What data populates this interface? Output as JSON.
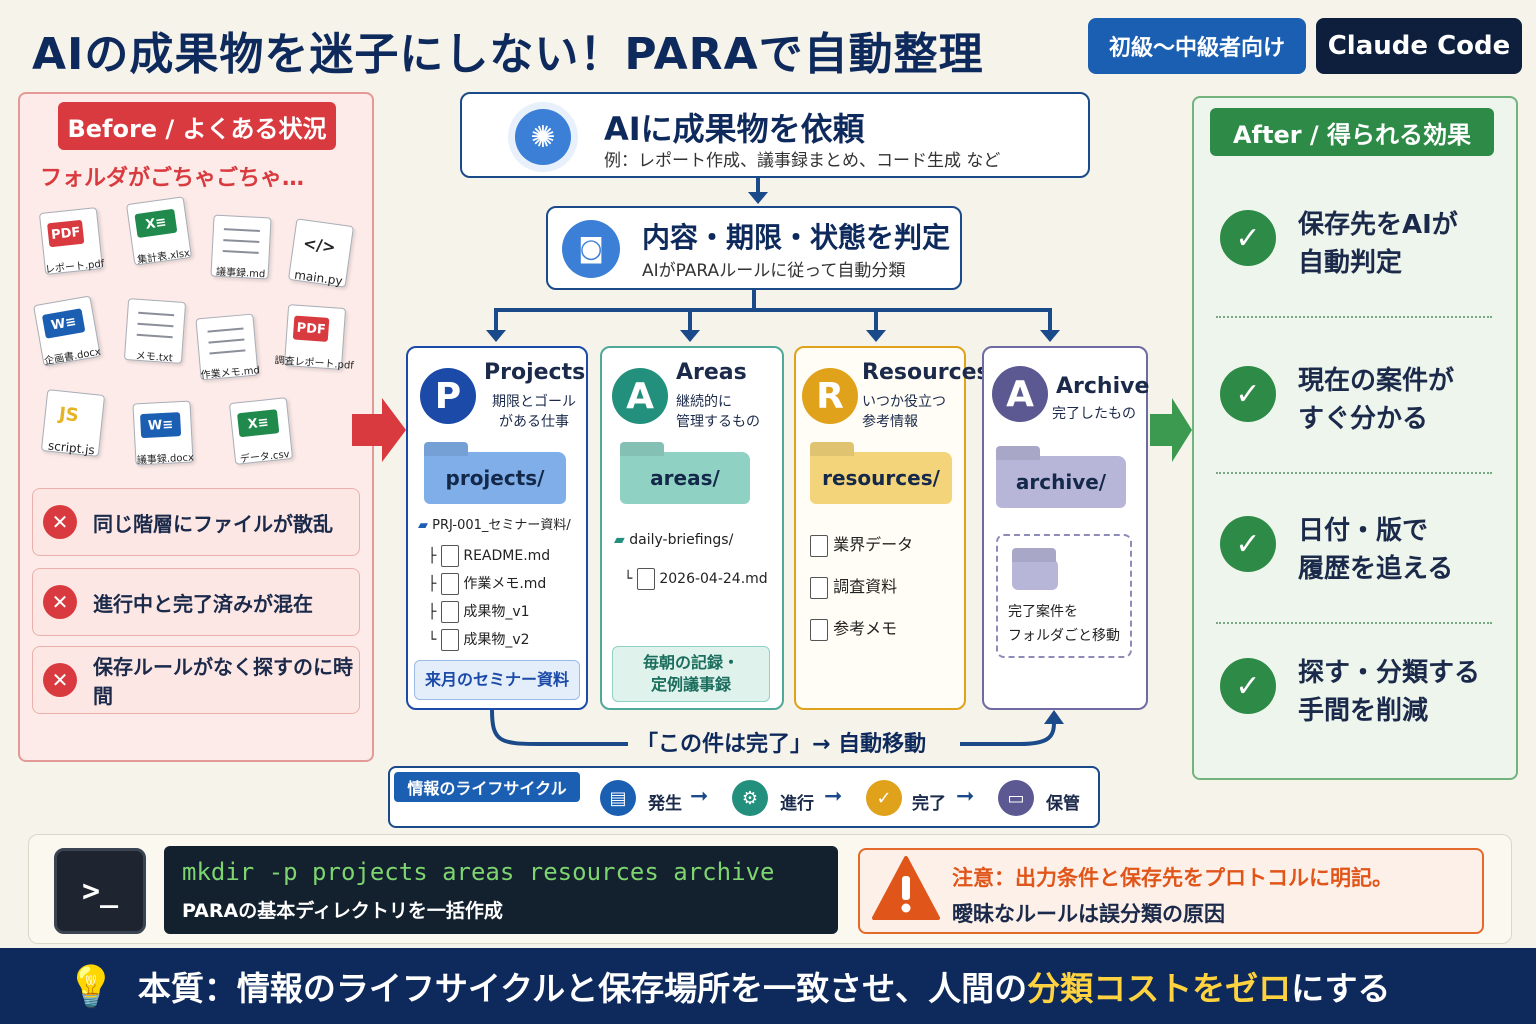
{
  "header": {
    "title": "AIの成果物を迷子にしない！PARAで自動整理",
    "badge_level": "初級〜中級者向け",
    "badge_tool": "Claude Code"
  },
  "before": {
    "heading": "Before / よくある状況",
    "subheading": "フォルダがごちゃごちゃ…",
    "files": [
      {
        "name": "レポート.pdf",
        "type": "PDF",
        "color": "#d93a3f"
      },
      {
        "name": "集計表.xlsx",
        "type": "X",
        "color": "#1f8a4c"
      },
      {
        "name": "議事録.md",
        "type": "",
        "color": ""
      },
      {
        "name": "main.py",
        "type": "</>",
        "color": ""
      },
      {
        "name": "企画書.docx",
        "type": "W",
        "color": "#1b5fb3"
      },
      {
        "name": "メモ.txt",
        "type": "",
        "color": ""
      },
      {
        "name": "作業メモ.md",
        "type": "",
        "color": ""
      },
      {
        "name": "調査レポート.pdf",
        "type": "PDF",
        "color": "#d93a3f"
      },
      {
        "name": "script.js",
        "type": "JS",
        "color": "#e6b422"
      },
      {
        "name": "議事録.docx",
        "type": "W",
        "color": "#1b5fb3"
      },
      {
        "name": "データ.csv",
        "type": "X",
        "color": "#1f8a4c"
      }
    ],
    "problems": [
      "同じ階層にファイルが散乱",
      "進行中と完了済みが混在",
      "保存ルールがなく探すのに時間"
    ]
  },
  "flow": {
    "request_title": "AIに成果物を依頼",
    "request_sub": "例：レポート作成、議事録まとめ、コード生成 など",
    "judge_title": "内容・期限・状態を判定",
    "judge_sub": "AIがPARAルールに従って自動分類"
  },
  "columns": {
    "projects": {
      "letter": "P",
      "name": "Projects",
      "desc1": "期限とゴール",
      "desc2": "がある仕事",
      "folder": "projects/",
      "sub": "PRJ-001_セミナー資料/",
      "files": [
        "README.md",
        "作業メモ.md",
        "成果物_v1",
        "成果物_v2"
      ],
      "note": "来月のセミナー資料",
      "color": "#1b4aa8"
    },
    "areas": {
      "letter": "A",
      "name": "Areas",
      "desc1": "継続的に",
      "desc2": "管理するもの",
      "folder": "areas/",
      "sub": "daily-briefings/",
      "files": [
        "2026-04-24.md"
      ],
      "note1": "毎朝の記録・",
      "note2": "定例議事録",
      "color": "#23907d"
    },
    "resources": {
      "letter": "R",
      "name": "Resources",
      "desc1": "いつか役立つ",
      "desc2": "参考情報",
      "folder": "resources/",
      "files": [
        "業界データ",
        "調査資料",
        "参考メモ"
      ],
      "color": "#e0a21a"
    },
    "archive": {
      "letter": "A",
      "name": "Archive",
      "desc1": "完了したもの",
      "folder": "archive/",
      "note1": "完了案件を",
      "note2": "フォルダごと移動",
      "color": "#5b5892"
    }
  },
  "move_label": "「この件は完了」→ 自動移動",
  "lifecycle": {
    "tag": "情報のライフサイクル",
    "steps": [
      "発生",
      "進行",
      "完了",
      "保管"
    ]
  },
  "after": {
    "heading": "After / 得られる効果",
    "effects": [
      {
        "l1": "保存先をAIが",
        "l2": "自動判定"
      },
      {
        "l1": "現在の案件が",
        "l2": "すぐ分かる"
      },
      {
        "l1": "日付・版で",
        "l2": "履歴を追える"
      },
      {
        "l1": "探す・分類する",
        "l2": "手間を削減"
      }
    ]
  },
  "command": {
    "terminal_icon": ">_",
    "code": "mkdir -p projects areas resources archive",
    "caption": "PARAの基本ディレクトリを一括作成"
  },
  "warning": {
    "line1": "注意：出力条件と保存先をプロトコルに明記。",
    "line2": "曖昧なルールは誤分類の原因"
  },
  "footer": {
    "prefix": "本質：情報のライフサイクルと保存場所を一致させ、人間の",
    "highlight": "分類コストをゼロ",
    "suffix": "にする"
  }
}
